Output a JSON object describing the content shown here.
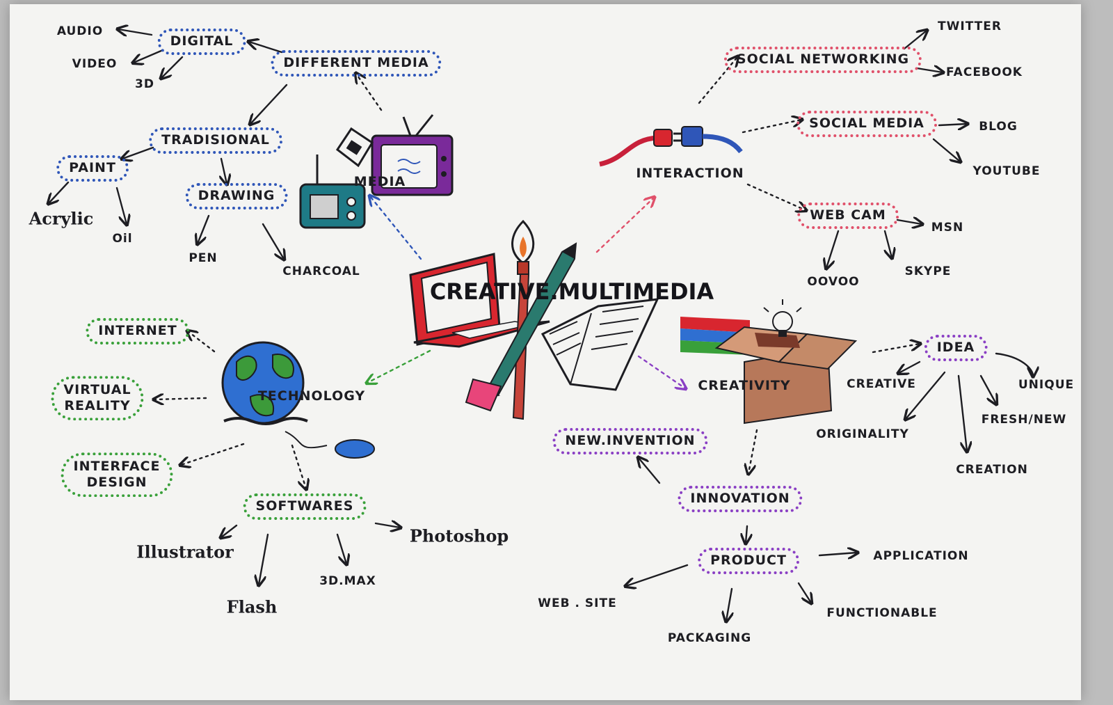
{
  "center": {
    "label": "CREATIVE.MULTIMEDIA"
  },
  "media": {
    "hub": "MEDIA",
    "different_media": "DIFFERENT MEDIA",
    "digital": "DIGITAL",
    "audio": "AUDIO",
    "video": "VIDEO",
    "three_d": "3D",
    "traditional": "TRADISIONAL",
    "paint": "PAINT",
    "acrylic": "Acrylic",
    "oil": "Oil",
    "drawing": "DRAWING",
    "pen": "PEN",
    "charcoal": "CHARCOAL"
  },
  "interaction": {
    "hub": "INTERACTION",
    "social_networking": "SOCIAL NETWORKING",
    "twitter": "TWITTER",
    "facebook": "FACEBOOK",
    "social_media": "SOCIAL MEDIA",
    "blog": "BLOG",
    "youtube": "YOUTUBE",
    "web_cam": "WEB CAM",
    "msn": "MSN",
    "oovoo": "OOVOO",
    "skype": "SKYPE"
  },
  "technology": {
    "hub": "TECHNOLOGY",
    "internet": "INTERNET",
    "virtual_reality": "VIRTUAL\nREALITY",
    "interface_design": "INTERFACE\nDESIGN",
    "softwares": "SOFTWARES",
    "illustrator": "Illustrator",
    "flash": "Flash",
    "three_d_max": "3D.MAX",
    "photoshop": "Photoshop"
  },
  "creativity": {
    "hub": "CREATIVITY",
    "idea": "IDEA",
    "creative": "CREATIVE",
    "unique": "UNIQUE",
    "originality": "ORIGINALITY",
    "fresh_new": "FRESH/NEW",
    "creation": "CREATION",
    "innovation": "INNOVATION",
    "new_invention": "NEW.INVENTION",
    "product": "PRODUCT",
    "application": "APPLICATION",
    "web_site": "WEB . SITE",
    "packaging": "PACKAGING",
    "functionable": "FUNCTIONABLE"
  },
  "colors": {
    "ink": "#1d1d22",
    "media_blue": "#2f56b8",
    "interaction_red": "#e0506a",
    "technology_green": "#39a03a",
    "creativity_purple": "#8a3fc4",
    "paper": "#f4f4f2"
  },
  "icons": [
    "laptop-icon",
    "brush-icon",
    "pencil-icon",
    "book-icon",
    "tv-icon",
    "radio-icon",
    "phone-icon",
    "cable-plug-icon",
    "globe-icon",
    "mouse-icon",
    "box-icon",
    "lightbulb-icon",
    "rainbow-icon"
  ]
}
